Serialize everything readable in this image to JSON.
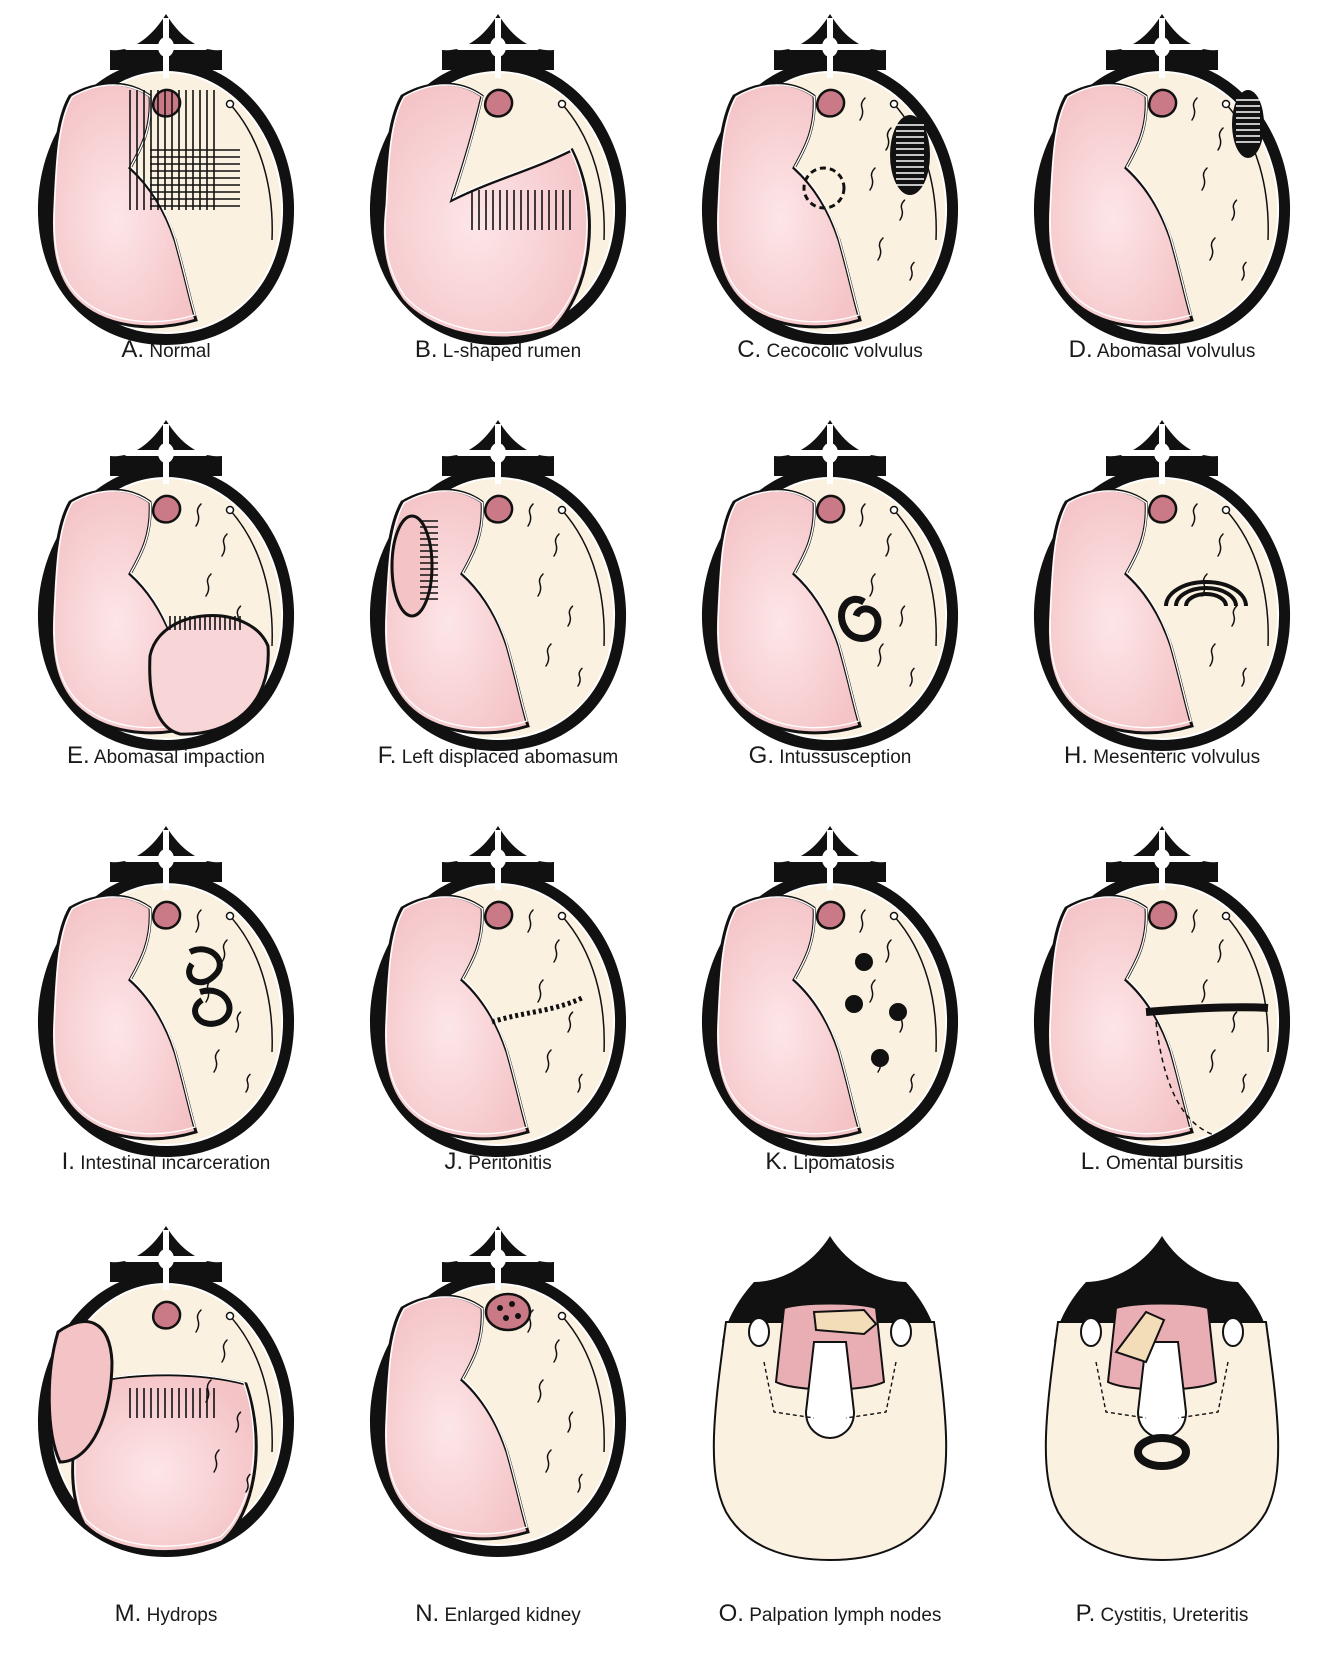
{
  "colors": {
    "outline": "#111111",
    "cavity": "#fbf1e1",
    "rumen": "#f4c3c6",
    "rumen_light": "#f8d6d8",
    "kidney": "#c97a86",
    "bone": "#ffffff"
  },
  "panels": [
    {
      "letter": "A.",
      "label": "Normal",
      "variant": "normal"
    },
    {
      "letter": "B.",
      "label": "L-shaped rumen",
      "variant": "lshaped"
    },
    {
      "letter": "C.",
      "label": "Cecocolic volvulus",
      "variant": "cecocolic"
    },
    {
      "letter": "D.",
      "label": "Abomasal volvulus",
      "variant": "abomasal_volvulus"
    },
    {
      "letter": "E.",
      "label": "Abomasal impaction",
      "variant": "impaction"
    },
    {
      "letter": "F.",
      "label": "Left displaced abomasum",
      "variant": "lda"
    },
    {
      "letter": "G.",
      "label": "Intussusception",
      "variant": "intussusception"
    },
    {
      "letter": "H.",
      "label": "Mesenteric volvulus",
      "variant": "mesenteric"
    },
    {
      "letter": "I.",
      "label": "Intestinal incarceration",
      "variant": "incarceration"
    },
    {
      "letter": "J.",
      "label": "Peritonitis",
      "variant": "peritonitis"
    },
    {
      "letter": "K.",
      "label": "Lipomatosis",
      "variant": "lipomatosis"
    },
    {
      "letter": "L.",
      "label": "Omental bursitis",
      "variant": "bursitis"
    },
    {
      "letter": "M.",
      "label": "Hydrops",
      "variant": "hydrops"
    },
    {
      "letter": "N.",
      "label": "Enlarged kidney",
      "variant": "kidney"
    },
    {
      "letter": "O.",
      "label": "Palpation lymph nodes",
      "variant": "pelvis_lymph"
    },
    {
      "letter": "P.",
      "label": "Cystitis, Ureteritis",
      "variant": "pelvis_cystitis"
    }
  ]
}
